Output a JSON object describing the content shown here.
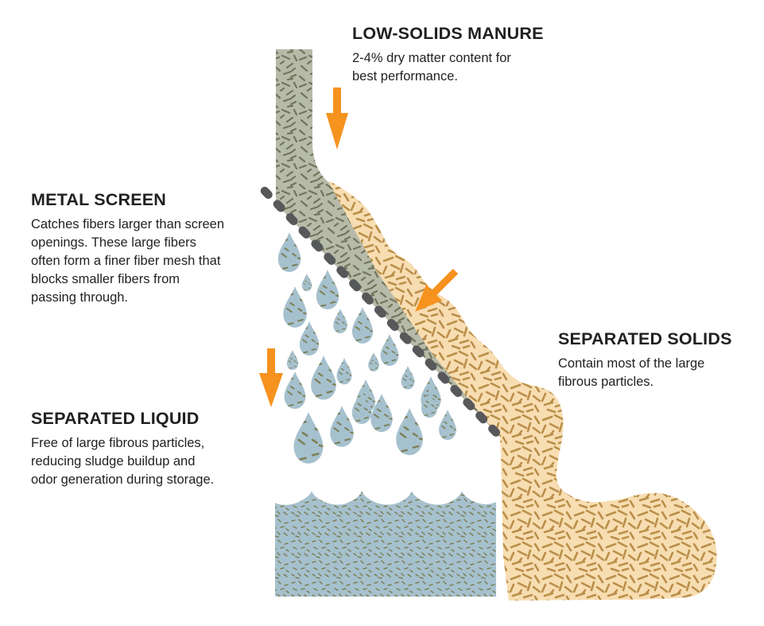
{
  "diagram": {
    "labels": [
      {
        "id": "low-solids-manure",
        "title": "LOW-SOLIDS MANURE",
        "body": [
          "2-4% dry matter content for",
          "best performance."
        ]
      },
      {
        "id": "metal-screen",
        "title": "METAL SCREEN",
        "body": [
          "Catches fibers larger than screen",
          "openings. These large fibers",
          "often form a finer fiber mesh that",
          "blocks smaller fibers from",
          "passing through."
        ]
      },
      {
        "id": "separated-solids",
        "title": "SEPARATED SOLIDS",
        "body": [
          "Contain most of the large",
          "fibrous particles."
        ]
      },
      {
        "id": "separated-liquid",
        "title": "SEPARATED LIQUID",
        "body": [
          "Free of large fibrous particles,",
          "reducing sludge buildup and",
          "odor generation during storage."
        ]
      }
    ]
  },
  "colors": {
    "background": "#ffffff",
    "text": "#221f1f",
    "arrow_orange": "#f6921e",
    "screen_gray": "#57585a",
    "manure_gray_green": "#b6baa8",
    "manure_fiber": "#70755b",
    "solids_tan": "#f7ddb1",
    "solids_fiber": "#ba8f4a",
    "liquid_blue": "#a6c1ce",
    "liquid_speck": "#7c7f55"
  }
}
